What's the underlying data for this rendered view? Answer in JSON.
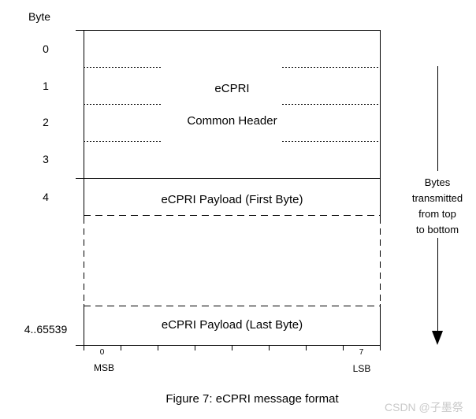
{
  "byte_axis": {
    "title": "Byte",
    "rows": [
      "0",
      "1",
      "2",
      "3",
      "4"
    ],
    "last_row": "4..65539"
  },
  "message_box": {
    "header_title": "eCPRI",
    "header_subtitle": "Common Header",
    "payload_first": "eCPRI Payload (First Byte)",
    "payload_last": "eCPRI Payload (Last Byte)"
  },
  "bit_axis": {
    "first_bit": "0",
    "last_bit": "7",
    "msb": "MSB",
    "lsb": "LSB"
  },
  "arrow": {
    "note_lines": [
      "Bytes",
      "transmitted",
      "from top",
      "to bottom"
    ]
  },
  "caption": "Figure 7: eCPRI message format",
  "watermark": "CSDN @子墨祭",
  "colors": {
    "line": "#000000",
    "text": "#000000",
    "watermark": "#c9c9c9",
    "background": "#ffffff"
  }
}
